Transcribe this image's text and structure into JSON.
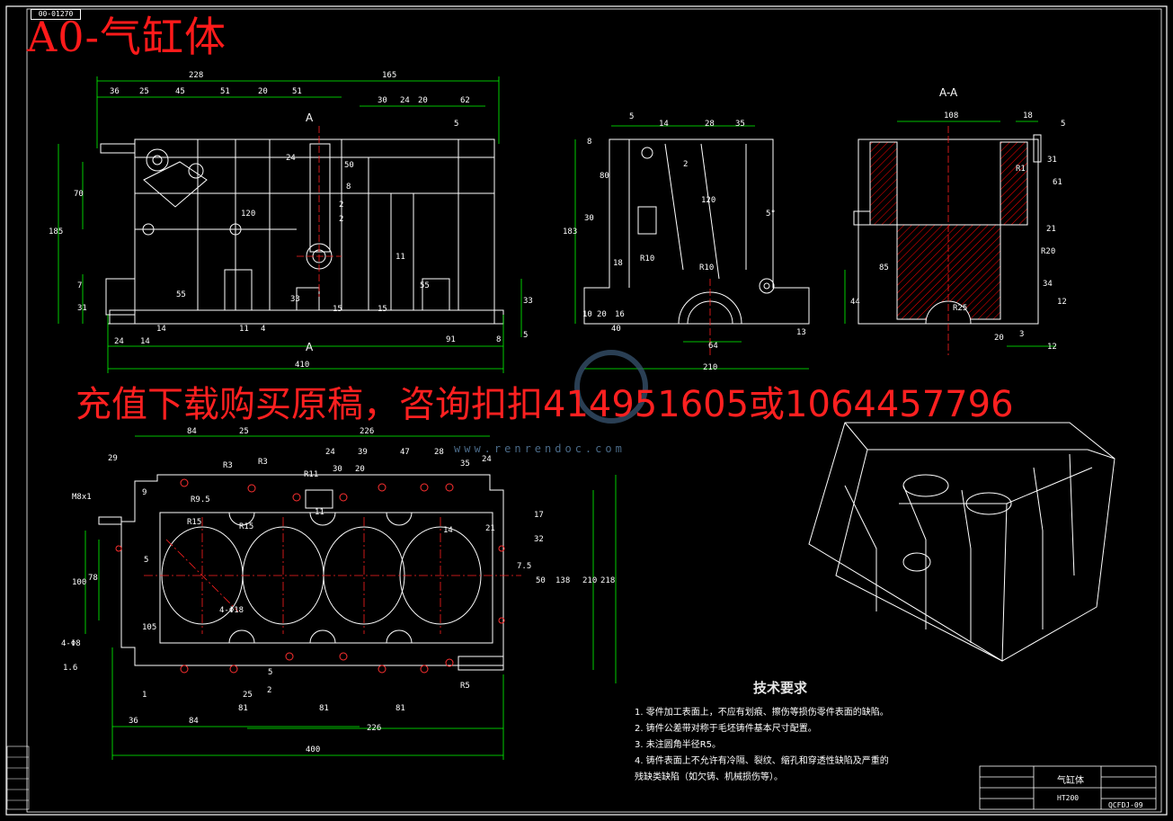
{
  "drawing": {
    "sheet_tag": "00-01270",
    "title": "A0-气缸体",
    "section_label": "A-A",
    "section_marks": [
      "A",
      "A"
    ],
    "banner": "充值下载购买原稿，咨询扣扣414951605或1064457796",
    "watermark_url": "www.renrendoc.com",
    "colors": {
      "background": "#000000",
      "lines": "#ffffff",
      "dimensions": "#00ff00",
      "centerlines": "#ff2020",
      "title": "#ff1a1a",
      "hatch": "#ff0000"
    }
  },
  "front_view": {
    "dims": [
      "228",
      "165",
      "36",
      "25",
      "45",
      "51",
      "20",
      "51",
      "30",
      "24",
      "20",
      "62",
      "5",
      "24",
      "50",
      "70",
      "185",
      "120",
      "2",
      "2",
      "8",
      "11",
      "7",
      "31",
      "55",
      "33",
      "15",
      "15",
      "55",
      "33",
      "24",
      "14",
      "14",
      "11",
      "4",
      "91",
      "8",
      "5",
      "410"
    ]
  },
  "side_view": {
    "dims": [
      "5",
      "14",
      "28",
      "35",
      "8",
      "2",
      "80",
      "30",
      "18",
      "R10",
      "R10",
      "120",
      "5°",
      "183",
      "10",
      "40",
      "16",
      "20",
      "64",
      "13",
      "210"
    ]
  },
  "section_view": {
    "dims": [
      "108",
      "18",
      "5",
      "31",
      "R1",
      "61",
      "21",
      "R20",
      "85",
      "44",
      "34",
      "12",
      "R25",
      "3",
      "20",
      "12"
    ]
  },
  "top_view": {
    "dims": [
      "84",
      "25",
      "226",
      "29",
      "R3",
      "R3",
      "24",
      "39",
      "47",
      "28",
      "M8x1",
      "R11",
      "30",
      "20",
      "35",
      "24",
      "9",
      "R9.5",
      "R15",
      "R15",
      "11",
      "14",
      "21",
      "17",
      "32",
      "7.5",
      "100",
      "78",
      "5",
      "50",
      "138",
      "210",
      "218",
      "4-Φ8",
      "1.6",
      "4-Φ18",
      "105",
      "1",
      "2",
      "25",
      "5",
      "36",
      "84",
      "81",
      "81",
      "81",
      "226",
      "400",
      "R5"
    ]
  },
  "technical_requirements": {
    "title": "技术要求",
    "items": [
      "1. 零件加工表面上，不应有划痕、擦伤等损伤零件表面的缺陷。",
      "2. 铸件公差带对称于毛坯铸件基本尺寸配置。",
      "3. 未注圆角半径R5。",
      "4. 铸件表面上不允许有冷隔、裂纹、缩孔和穿透性缺陷及严重的",
      "残缺类缺陷（如欠铸、机械损伤等）。"
    ]
  },
  "title_block": {
    "part_name": "气缸体",
    "material": "HT200",
    "drawing_no": "QCFDJ-09"
  }
}
